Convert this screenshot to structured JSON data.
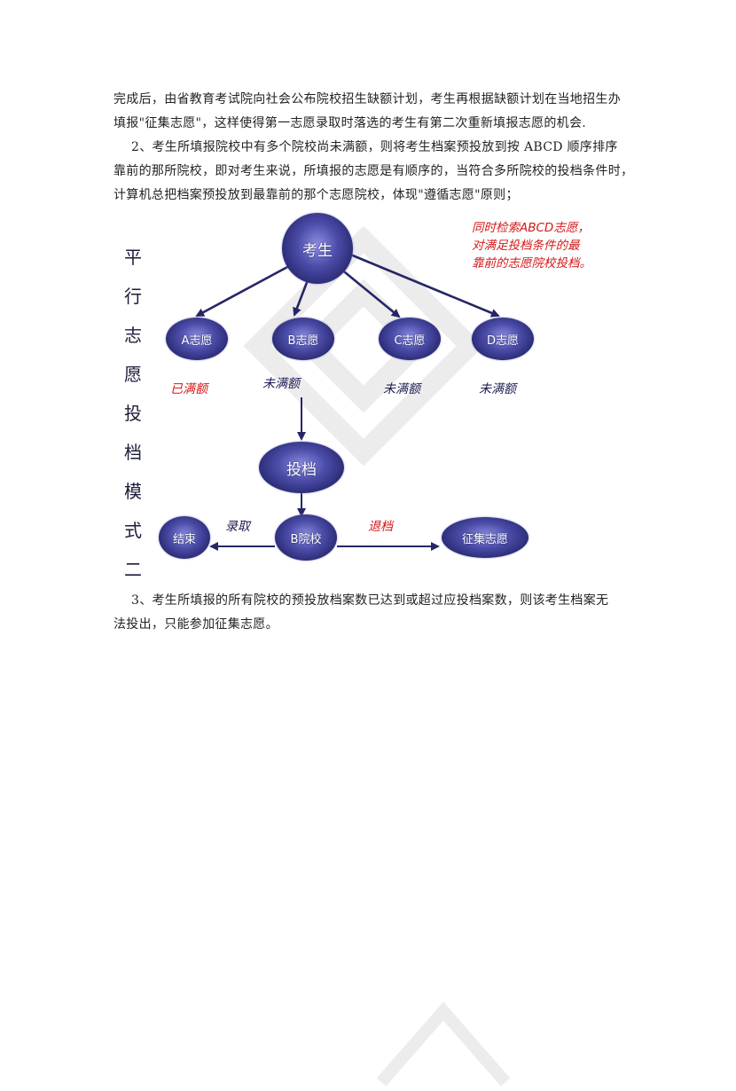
{
  "paragraphs": {
    "p1": {
      "lines": [
        "完成后，由省教育考试院向社会公布院校招生缺额计划，考生再根据缺额计划在当地招生办",
        "填报\"征集志愿\"，这样使得第一志愿录取时落选的考生有第二次重新填报志愿的机会."
      ]
    },
    "p2": {
      "lines": [
        "2、考生所填报院校中有多个院校尚未满额，则将考生档案预投放到按 ABCD 顺序排序",
        "靠前的那所院校，即对考生来说，所填报的志愿是有顺序的，当符合多所院校的投档条件时，",
        "计算机总把档案预投放到最靠前的那个志愿院校，体现\"遵循志愿\"原则；"
      ]
    },
    "p3": {
      "lines": [
        "3、考生所填报的所有院校的预投放档案数已达到或超过应投档案数，则该考生档案无",
        "法投出，只能参加征集志愿。"
      ]
    }
  },
  "diagram": {
    "vertical_title": [
      "平",
      "行",
      "志",
      "愿",
      "投",
      "档",
      "模",
      "式",
      "二"
    ],
    "nodes": {
      "student": "考生",
      "a": "A志愿",
      "b": "B志愿",
      "c": "C志愿",
      "d": "D志愿",
      "submit": "投档",
      "end": "结束",
      "school_b": "B院校",
      "supplement": "征集志愿"
    },
    "status_labels": {
      "a": "已满额",
      "b": "未满额",
      "c": "未满额",
      "d": "未满额"
    },
    "edge_labels": {
      "admit": "录取",
      "reject": "退档"
    },
    "note": [
      "同时检索ABCD志愿，",
      "对满足投档条件的最",
      "靠前的志愿院校投档。"
    ],
    "colors": {
      "node": "#2e2f7a",
      "arrow": "#262666",
      "accent_red": "#d41818",
      "label_navy": "#1f1f55"
    }
  }
}
